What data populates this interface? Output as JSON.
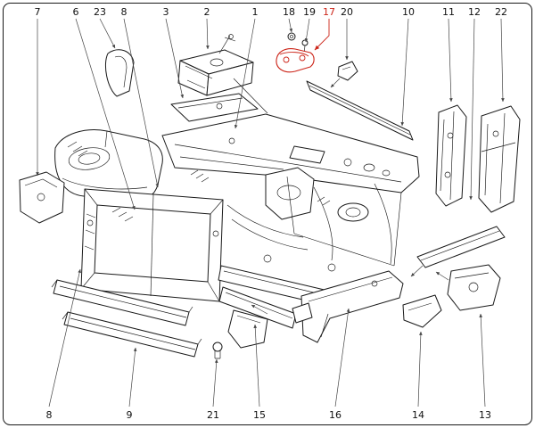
{
  "diagram": {
    "kind": "exploded-parts-diagram",
    "description": "Exploded line-art view of a vehicle front body structure with numbered part callouts; item 17 highlighted in red",
    "highlighted_callout": "17",
    "colors": {
      "ink": "#1a1a1a",
      "leader": "#444444",
      "highlight": "#cc2418",
      "background": "#ffffff"
    },
    "callouts_top": [
      {
        "label": "7"
      },
      {
        "label": "6"
      },
      {
        "label": "23"
      },
      {
        "label": "8"
      },
      {
        "label": "3"
      },
      {
        "label": "2"
      },
      {
        "label": "1"
      },
      {
        "label": "18"
      },
      {
        "label": "19"
      },
      {
        "label": "17",
        "highlighted": true
      },
      {
        "label": "20"
      },
      {
        "label": "10"
      },
      {
        "label": "11"
      },
      {
        "label": "12"
      },
      {
        "label": "22"
      }
    ],
    "callouts_bottom": [
      {
        "label": "8"
      },
      {
        "label": "9"
      },
      {
        "label": "21"
      },
      {
        "label": "15"
      },
      {
        "label": "16"
      },
      {
        "label": "14"
      },
      {
        "label": "13"
      }
    ]
  }
}
